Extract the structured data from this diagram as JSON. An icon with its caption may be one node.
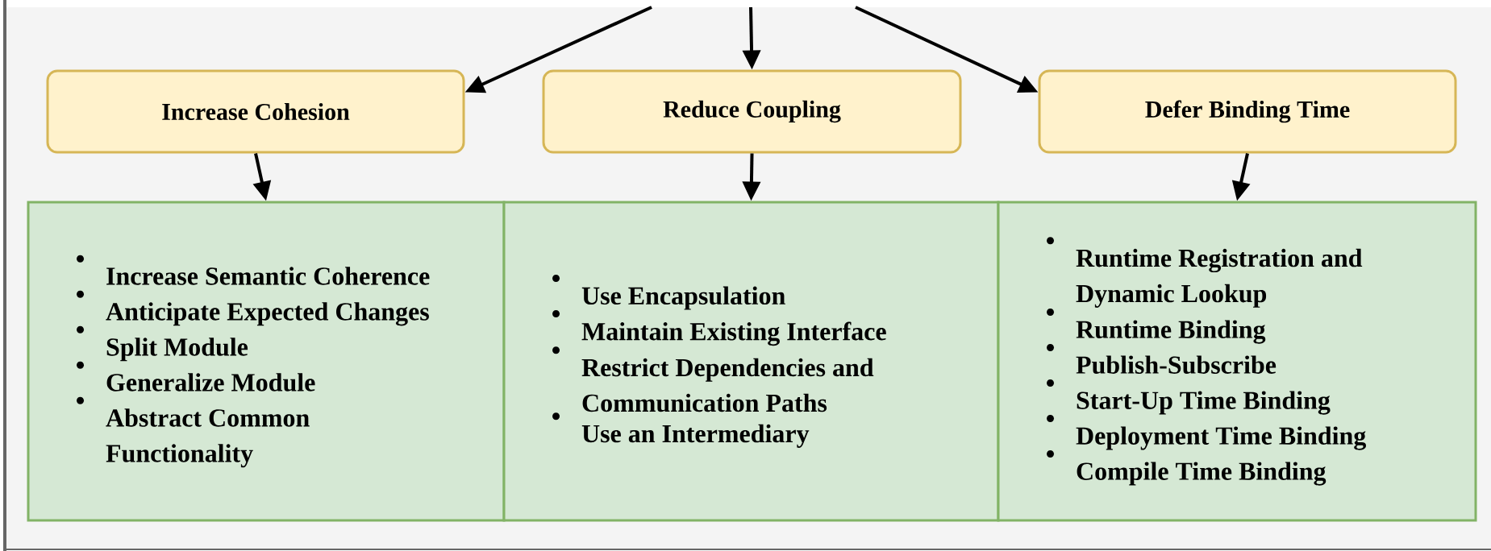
{
  "diagram": {
    "nodes": [
      {
        "text": [
          "Increase Cohesion"
        ]
      },
      {
        "text": [
          "Reduce Coupling"
        ]
      },
      {
        "text": [
          "Defer Binding Time"
        ]
      },
      {
        "text": [
          "Increase Semantic Coherence",
          "Anticipate Expected Changes",
          "Split Module",
          "Generalize Module",
          "Abstract Common Functionality"
        ]
      },
      {
        "text": [
          "Use Encapsulation",
          "Maintain Existing Interface",
          "Restrict Dependencies and Communication Paths",
          "Use an Intermediary"
        ]
      },
      {
        "text": [
          "Runtime Registration and Dynamic Lookup",
          "Runtime Binding",
          "Publish-Subscribe",
          "Start-Up Time Binding",
          "Deployment Time Binding",
          "Compile Time Binding"
        ]
      }
    ],
    "edges": [
      {
        "from": null,
        "to": 0,
        "arrow": "to"
      },
      {
        "from": null,
        "to": 1,
        "arrow": "to"
      },
      {
        "from": null,
        "to": 2,
        "arrow": "to"
      },
      {
        "from": 0,
        "to": 3,
        "arrow": "to"
      },
      {
        "from": 1,
        "to": 4,
        "arrow": "to"
      },
      {
        "from": 2,
        "to": 5,
        "arrow": "to"
      }
    ]
  }
}
